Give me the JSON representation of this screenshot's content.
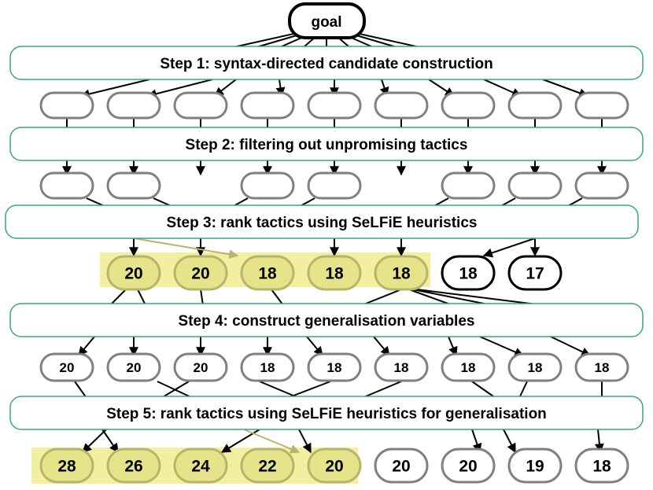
{
  "goal_label": "goal",
  "steps": [
    "Step 1: syntax-directed candidate construction",
    "Step 2: filtering out unpromising tactics",
    "Step 3: rank tactics using SeLFiE heuristics",
    "Step 4: construct generalisation variables",
    "Step 5: rank tactics using SeLFiE heuristics for generalisation"
  ],
  "rank_scores": [
    "20",
    "20",
    "18",
    "18",
    "18",
    "18",
    "17"
  ],
  "generalisation_scores": [
    "20",
    "20",
    "20",
    "18",
    "18",
    "18",
    "18",
    "18",
    "18"
  ],
  "final_scores": [
    "28",
    "26",
    "24",
    "22",
    "20",
    "20",
    "20",
    "19",
    "18"
  ],
  "colors": {
    "step_border": "#3aa57d",
    "node_border": "#808080",
    "highlight_fill": "#f2f0a0",
    "highlight_node_fill": "#e6e48a",
    "highlight_node_border": "#b7b56a",
    "highlight_text": "#6a6a3a"
  }
}
